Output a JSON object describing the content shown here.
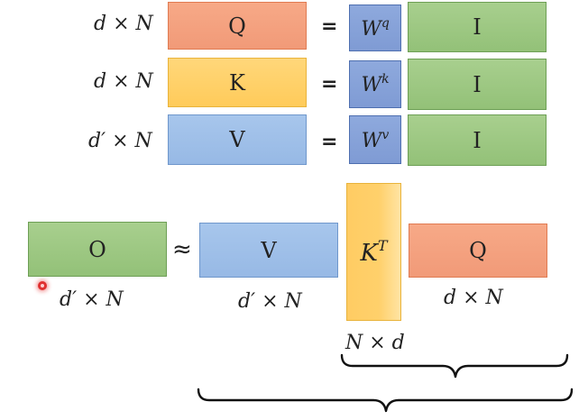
{
  "rows": [
    {
      "dim": "d × N",
      "matrix": "Q",
      "equals": "=",
      "weight_base": "W",
      "weight_sup": "q",
      "input": "I"
    },
    {
      "dim": "d × N",
      "matrix": "K",
      "equals": "=",
      "weight_base": "W",
      "weight_sup": "k",
      "input": "I"
    },
    {
      "dim": "d′ × N",
      "matrix": "V",
      "equals": "=",
      "weight_base": "W",
      "weight_sup": "v",
      "input": "I"
    }
  ],
  "bottom": {
    "output": "O",
    "output_dim": "d′ × N",
    "approx": "≈",
    "v": "V",
    "v_dim": "d′ × N",
    "kt_base": "K",
    "kt_sup": "T",
    "kt_dim": "N × d",
    "q": "Q",
    "q_dim": "d × N"
  },
  "colors": {
    "orange": "#f19a78",
    "yellow": "#ffcb5a",
    "blue": "#97b9e5",
    "green": "#93c178",
    "weight_blue": "#7f9bd4"
  }
}
